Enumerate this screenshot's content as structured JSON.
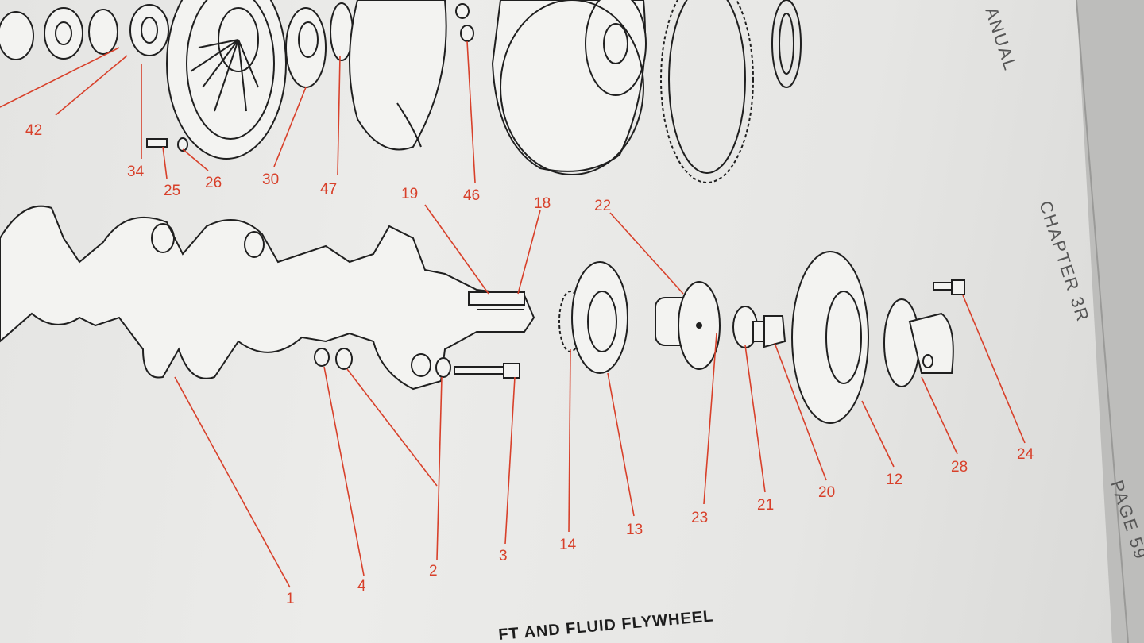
{
  "side_heading": {
    "manual_fragment": "ANUAL",
    "chapter": "CHAPTER 3R",
    "page": "PAGE 59"
  },
  "caption": "FT AND FLUID FLYWHEEL",
  "part_numbers": [
    {
      "key": "p42",
      "label": "42"
    },
    {
      "key": "p34",
      "label": "34"
    },
    {
      "key": "p25",
      "label": "25"
    },
    {
      "key": "p26",
      "label": "26"
    },
    {
      "key": "p30",
      "label": "30"
    },
    {
      "key": "p47",
      "label": "47"
    },
    {
      "key": "p46",
      "label": "46"
    },
    {
      "key": "p19",
      "label": "19"
    },
    {
      "key": "p18",
      "label": "18"
    },
    {
      "key": "p22",
      "label": "22"
    },
    {
      "key": "p1",
      "label": "1"
    },
    {
      "key": "p4",
      "label": "4"
    },
    {
      "key": "p2",
      "label": "2"
    },
    {
      "key": "p3",
      "label": "3"
    },
    {
      "key": "p14",
      "label": "14"
    },
    {
      "key": "p13",
      "label": "13"
    },
    {
      "key": "p23",
      "label": "23"
    },
    {
      "key": "p21",
      "label": "21"
    },
    {
      "key": "p20",
      "label": "20"
    },
    {
      "key": "p12",
      "label": "12"
    },
    {
      "key": "p28",
      "label": "28"
    },
    {
      "key": "p24",
      "label": "24"
    }
  ],
  "colors": {
    "paper": "#ececea",
    "ink": "#1f1f1f",
    "callout": "#d8402a"
  }
}
